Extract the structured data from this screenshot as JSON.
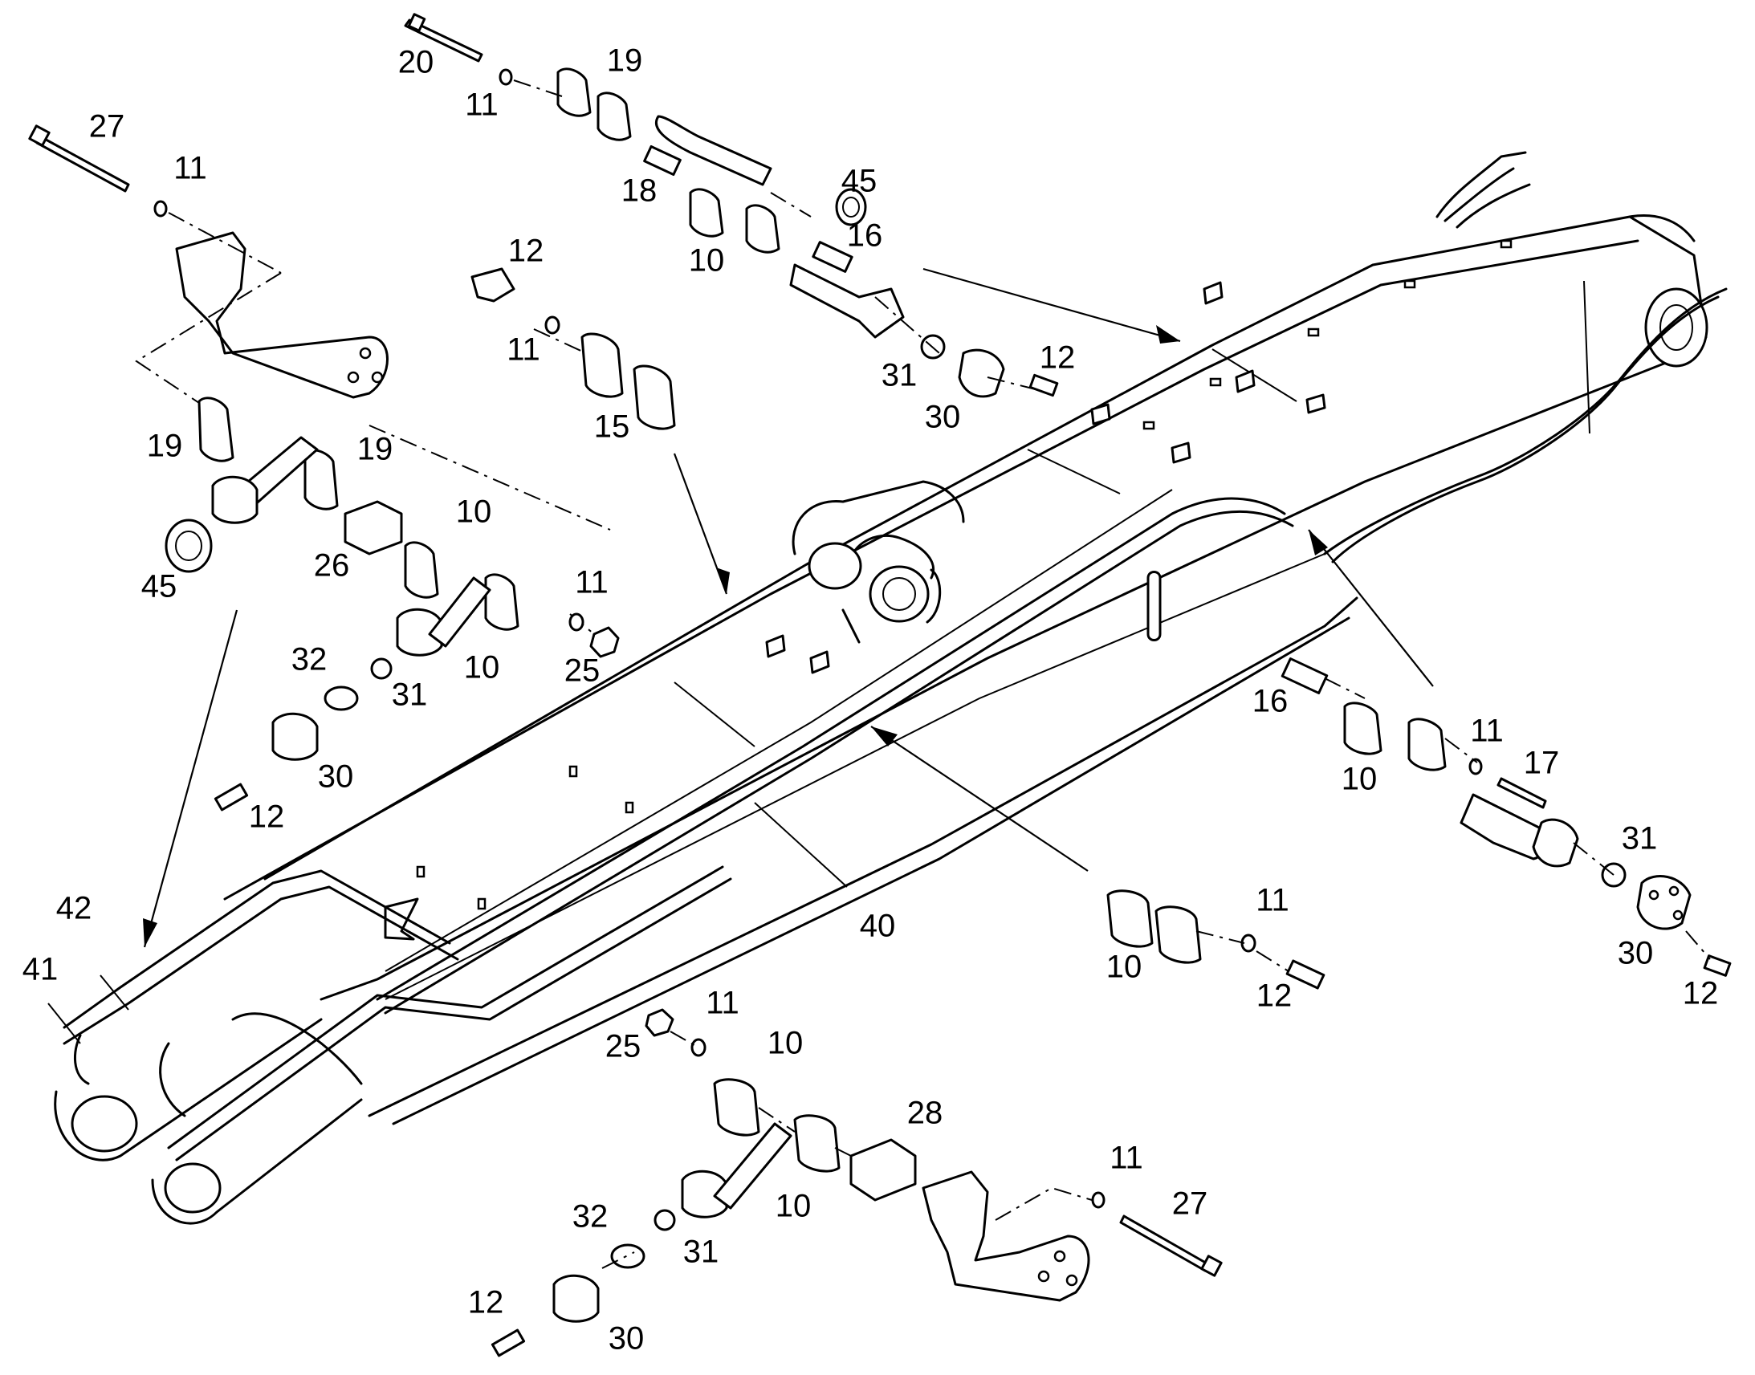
{
  "diagram": {
    "callouts": [
      {
        "id": "c20a",
        "text": "20"
      },
      {
        "id": "c11a",
        "text": "11"
      },
      {
        "id": "c19a",
        "text": "19"
      },
      {
        "id": "c27a",
        "text": "27"
      },
      {
        "id": "c11b",
        "text": "11"
      },
      {
        "id": "c18a",
        "text": "18"
      },
      {
        "id": "c45a",
        "text": "45"
      },
      {
        "id": "c16a",
        "text": "16"
      },
      {
        "id": "c10a",
        "text": "10"
      },
      {
        "id": "c12a",
        "text": "12"
      },
      {
        "id": "c11c",
        "text": "11"
      },
      {
        "id": "c15a",
        "text": "15"
      },
      {
        "id": "c12b",
        "text": "12"
      },
      {
        "id": "c31a",
        "text": "31"
      },
      {
        "id": "c30a",
        "text": "30"
      },
      {
        "id": "c19b",
        "text": "19"
      },
      {
        "id": "c19c",
        "text": "19"
      },
      {
        "id": "c45b",
        "text": "45"
      },
      {
        "id": "c10b",
        "text": "10"
      },
      {
        "id": "c26a",
        "text": "26"
      },
      {
        "id": "c11d",
        "text": "11"
      },
      {
        "id": "c25a",
        "text": "25"
      },
      {
        "id": "c10c",
        "text": "10"
      },
      {
        "id": "c32a",
        "text": "32"
      },
      {
        "id": "c31b",
        "text": "31"
      },
      {
        "id": "c30b",
        "text": "30"
      },
      {
        "id": "c12c",
        "text": "12"
      },
      {
        "id": "c16b",
        "text": "16"
      },
      {
        "id": "c11e",
        "text": "11"
      },
      {
        "id": "c17a",
        "text": "17"
      },
      {
        "id": "c10d",
        "text": "10"
      },
      {
        "id": "c31c",
        "text": "31"
      },
      {
        "id": "c30c",
        "text": "30"
      },
      {
        "id": "c12d",
        "text": "12"
      },
      {
        "id": "c42a",
        "text": "42"
      },
      {
        "id": "c41a",
        "text": "41"
      },
      {
        "id": "c40a",
        "text": "40"
      },
      {
        "id": "c11f",
        "text": "11"
      },
      {
        "id": "c10e",
        "text": "10"
      },
      {
        "id": "c12e",
        "text": "12"
      },
      {
        "id": "c25b",
        "text": "25"
      },
      {
        "id": "c11g",
        "text": "11"
      },
      {
        "id": "c10f",
        "text": "10"
      },
      {
        "id": "c28a",
        "text": "28"
      },
      {
        "id": "c11h",
        "text": "11"
      },
      {
        "id": "c27b",
        "text": "27"
      },
      {
        "id": "c10g",
        "text": "10"
      },
      {
        "id": "c32b",
        "text": "32"
      },
      {
        "id": "c31d",
        "text": "31"
      },
      {
        "id": "c12f",
        "text": "12"
      },
      {
        "id": "c30d",
        "text": "30"
      }
    ]
  }
}
